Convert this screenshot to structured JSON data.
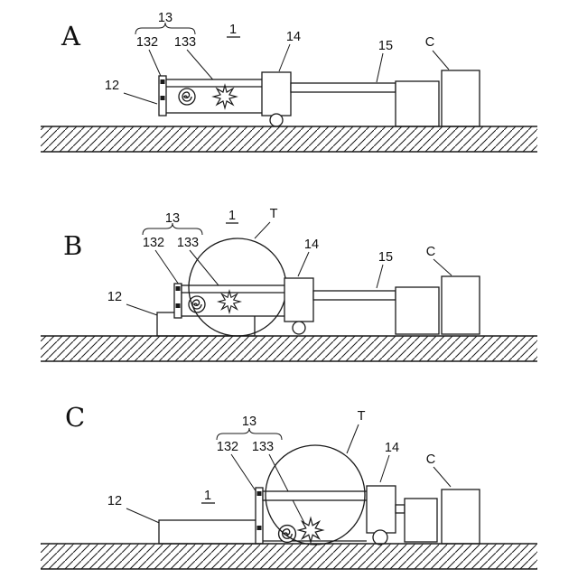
{
  "figure": {
    "panels": [
      {
        "letter": "A",
        "labels": {
          "group13": "13",
          "part132": "132",
          "part133": "133",
          "apparatus1": "1",
          "part14": "14",
          "part15": "15",
          "partC": "C",
          "part12": "12"
        }
      },
      {
        "letter": "B",
        "labels": {
          "group13": "13",
          "part132": "132",
          "part133": "133",
          "apparatus1": "1",
          "rollT": "T",
          "part14": "14",
          "part15": "15",
          "partC": "C",
          "part12": "12"
        }
      },
      {
        "letter": "C",
        "labels": {
          "group13": "13",
          "part132": "132",
          "part133": "133",
          "apparatus1": "1",
          "rollT": "T",
          "part14": "14",
          "partC": "C",
          "part12": "12"
        }
      }
    ],
    "colors": {
      "line": "#1a1a1a",
      "background": "#ffffff"
    }
  }
}
